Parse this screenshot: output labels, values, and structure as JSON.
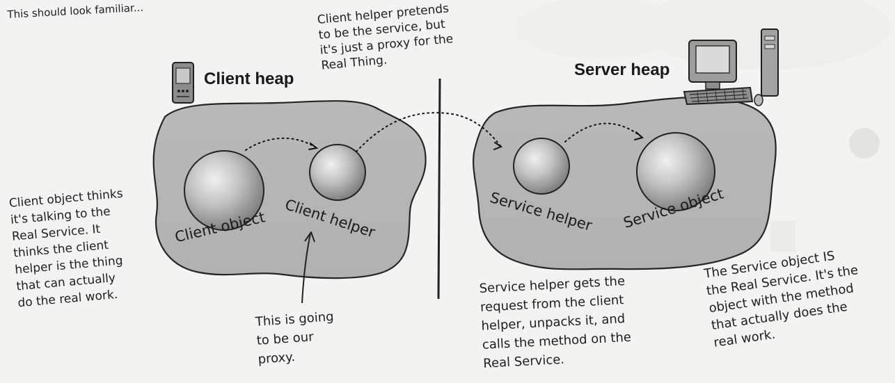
{
  "intro": "This should look familiar...",
  "client_heap": {
    "title": "Client heap",
    "client_object_label": "Client object",
    "client_helper_label": "Client helper"
  },
  "server_heap": {
    "title": "Server heap",
    "service_helper_label": "Service helper",
    "service_object_label": "Service object"
  },
  "annotations": {
    "top": "Client helper pretends\nto be the service, but\nit's just a proxy for the\nReal Thing.",
    "left": "Client object thinks\nit's talking to the\nReal Service. It\nthinks the client\nhelper is the thing\nthat can actually\ndo the real work.",
    "bottom_middle": "This is going\nto be our\nproxy.",
    "bottom_service_helper": "Service helper gets the\nrequest from the client\nhelper, unpacks it, and\ncalls the method on the\nReal Service.",
    "bottom_right": "The Service object IS\nthe Real Service. It's the\nobject with the method\nthat actually does the\nreal work."
  }
}
